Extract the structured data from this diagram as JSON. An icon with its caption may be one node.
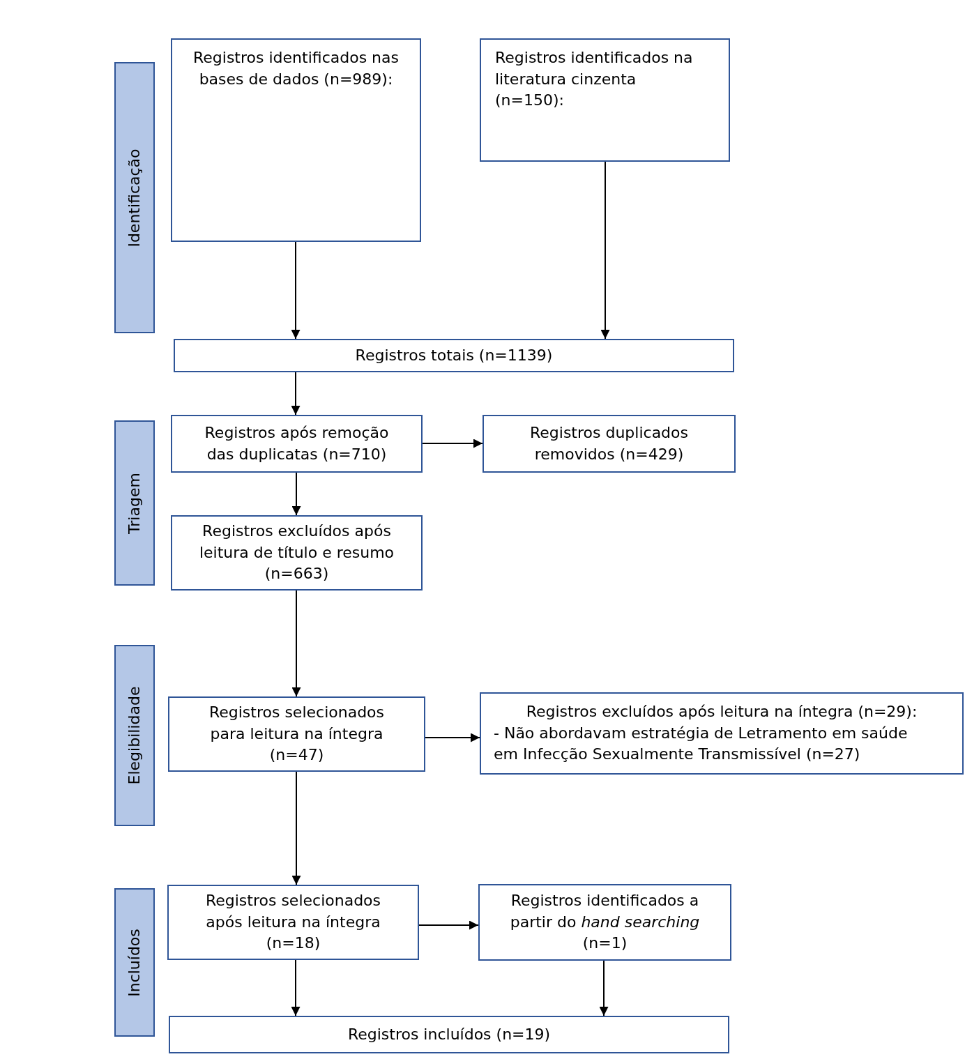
{
  "diagram": {
    "nodes": [
      {
        "text": [
          "Identificação"
        ]
      },
      {
        "text": [
          "Registros identificados nas bases de dados (n=989):"
        ]
      },
      {
        "text": [
          "Registros identificados na literatura cinzenta (n=150):"
        ]
      },
      {
        "text": [
          "Registros totais (n=1139)"
        ]
      },
      {
        "text": [
          "Triagem"
        ]
      },
      {
        "text": [
          "Registros após remoção das duplicatas (n=710)"
        ]
      },
      {
        "text": [
          "Registros duplicados removidos (n=429)"
        ]
      },
      {
        "text": [
          "Registros excluídos após leitura de título e resumo (n=663)"
        ]
      },
      {
        "text": [
          "Elegibilidade"
        ]
      },
      {
        "text": [
          "Registros selecionados para leitura na íntegra (n=47)"
        ]
      },
      {
        "text": [
          "Registros excluídos após leitura na íntegra (n=29):",
          "- Não abordavam estratégia de Letramento em saúde em Infecção Sexualmente Transmissível (n=27)"
        ]
      },
      {
        "text": [
          "Incluídos"
        ]
      },
      {
        "text": [
          "Registros selecionados após leitura na íntegra (n=18)"
        ]
      },
      {
        "text": [
          "Registros identificados a partir do *hand searching* (n=1)"
        ]
      },
      {
        "text": [
          "Registros incluídos (n=19)"
        ]
      }
    ],
    "edges": [
      {
        "from": 1,
        "to": 3,
        "arrow": "to"
      },
      {
        "from": 2,
        "to": 3,
        "arrow": "to"
      },
      {
        "from": 3,
        "to": 5,
        "arrow": "to"
      },
      {
        "from": 5,
        "to": 6,
        "arrow": "to"
      },
      {
        "from": 5,
        "to": 7,
        "arrow": "to"
      },
      {
        "from": 7,
        "to": 9,
        "arrow": "to"
      },
      {
        "from": 9,
        "to": 10,
        "arrow": "to"
      },
      {
        "from": 9,
        "to": 12,
        "arrow": "to"
      },
      {
        "from": 12,
        "to": 13,
        "arrow": "to"
      },
      {
        "from": 12,
        "to": 14,
        "arrow": "to"
      },
      {
        "from": 13,
        "to": 14,
        "arrow": "to"
      }
    ]
  }
}
